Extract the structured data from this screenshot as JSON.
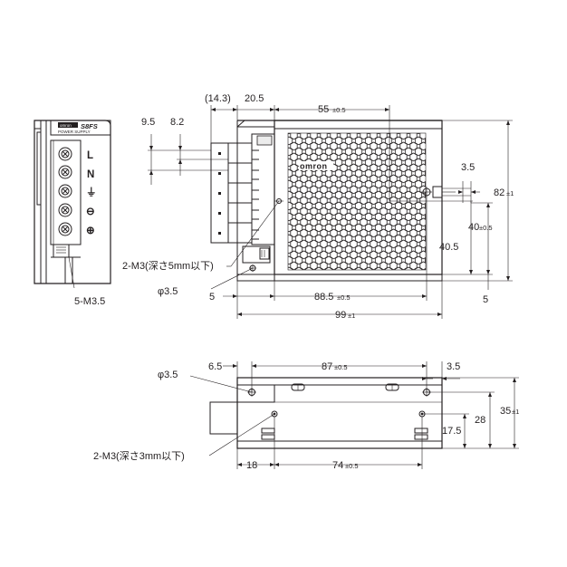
{
  "brand": {
    "logo": "omron"
  },
  "front_view": {
    "label_brand": "omron",
    "label_series": "S8FS",
    "label_product": "POWER SUPPLY",
    "terminals": [
      "L",
      "N",
      "⏚",
      "⊖",
      "⊕"
    ],
    "terminal_screws": "5-M3.5"
  },
  "side_view": {
    "dims": {
      "d14_3": "(14.3)",
      "d20_5": "20.5",
      "d55": "55",
      "d55_tol": "±0.5",
      "d9_5": "9.5",
      "d8_2": "8.2",
      "d3_5": "3.5",
      "d82": "82",
      "d82_tol": "±1",
      "d40": "40",
      "d40_tol": "±0.5",
      "d40_5": "40.5",
      "d5_right": "5",
      "d5_left": "5",
      "phi3_5": "φ3.5",
      "d88_5": "88.5",
      "d88_5_tol": "±0.5",
      "d99": "99",
      "d99_tol": "±1"
    },
    "note_m3": "2-M3(深さ5mm以下)"
  },
  "bottom_view": {
    "dims": {
      "phi3_5": "φ3.5",
      "d6_5": "6.5",
      "d87": "87",
      "d87_tol": "±0.5",
      "d3_5": "3.5",
      "d35": "35",
      "d35_tol": "±1",
      "d28": "28",
      "d17_5": "17.5",
      "d18": "18",
      "d74": "74",
      "d74_tol": "±0.5"
    },
    "note_m3": "2-M3(深さ3mm以下)"
  }
}
